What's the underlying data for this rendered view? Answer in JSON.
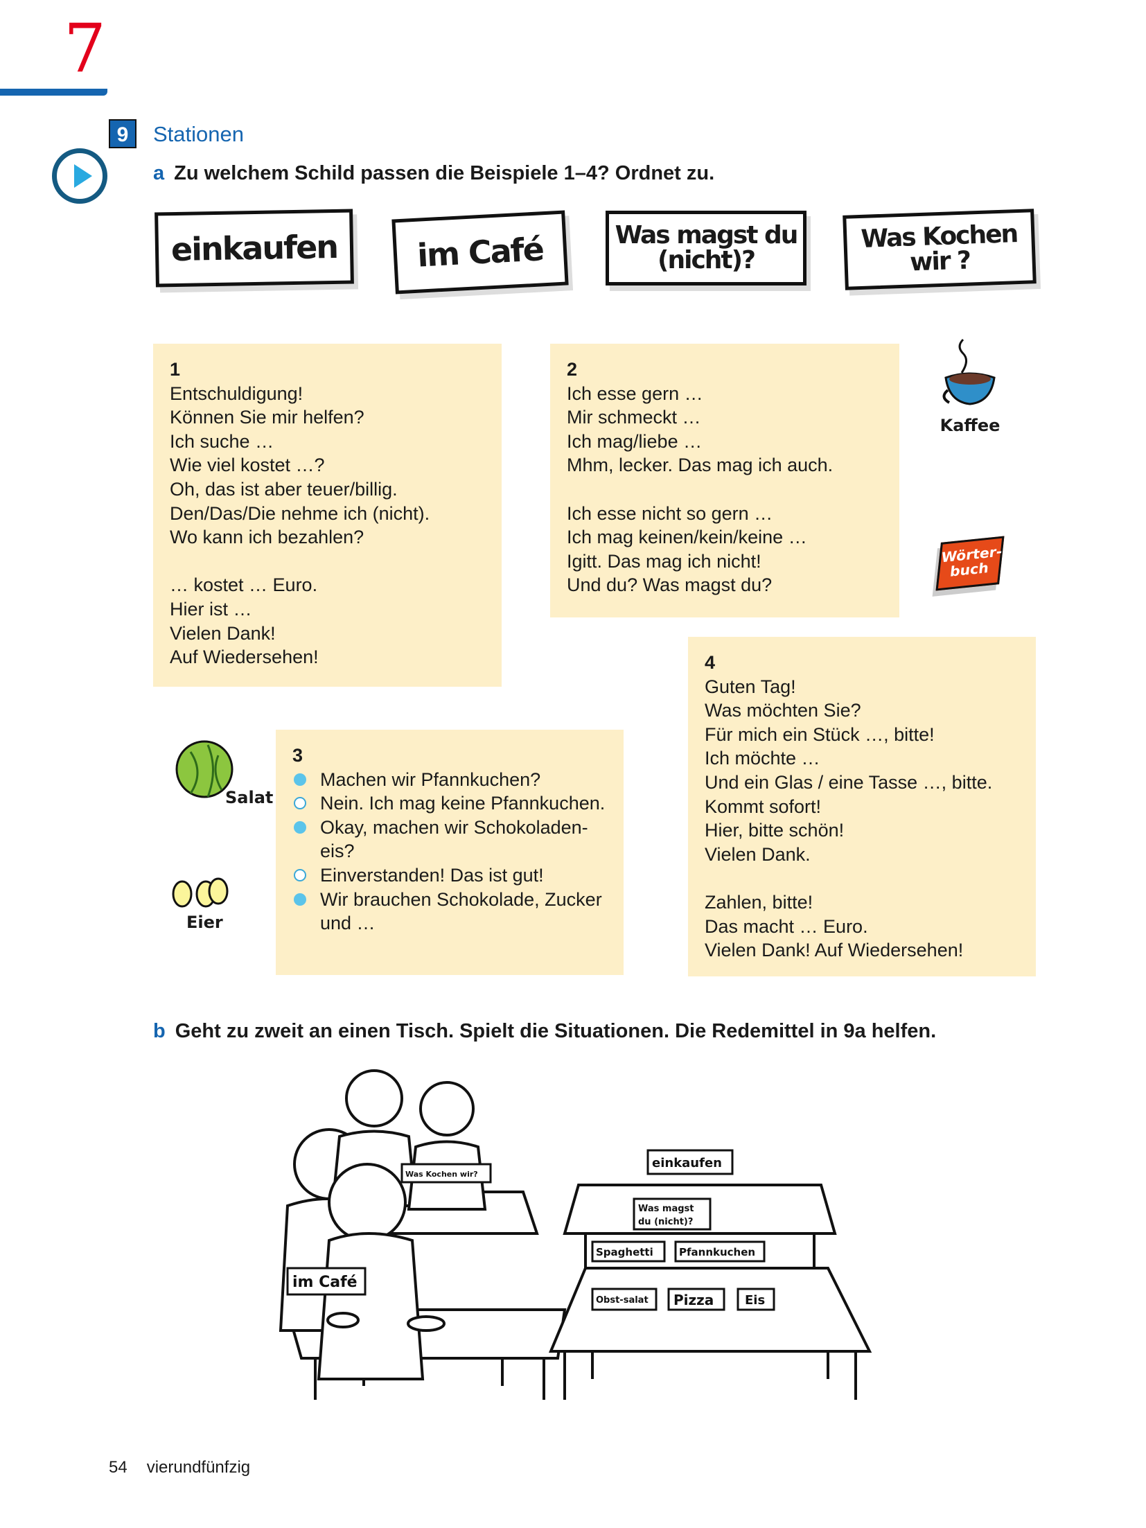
{
  "chapter": "7",
  "exercise": {
    "number": "9",
    "title": "Stationen"
  },
  "task_a": {
    "letter": "a",
    "text": "Zu welchem Schild passen die Beispiele 1–4? Ordnet zu."
  },
  "signs": [
    "einkaufen",
    "im Café",
    "Was magst du (nicht)?",
    "Was Kochen wir ?"
  ],
  "boxes": {
    "b1": {
      "number": "1",
      "lines": [
        "Entschuldigung!",
        "Können Sie mir helfen?",
        "Ich suche …",
        "Wie viel kostet …?",
        "Oh, das ist aber teuer/billig.",
        "Den/Das/Die nehme ich (nicht).",
        "Wo kann ich bezahlen?"
      ],
      "lines2": [
        "… kostet … Euro.",
        "Hier ist …",
        "Vielen Dank!",
        "Auf Wiedersehen!"
      ]
    },
    "b2": {
      "number": "2",
      "lines": [
        "Ich esse gern …",
        "Mir schmeckt …",
        "Ich mag/liebe …",
        "Mhm, lecker. Das mag ich auch."
      ],
      "lines2": [
        "Ich esse nicht so gern …",
        "Ich mag keinen/kein/keine …",
        "Igitt. Das mag ich nicht!",
        "Und du? Was magst du?"
      ]
    },
    "b3": {
      "number": "3",
      "lines": [
        "Machen wir Pfannkuchen?",
        "Nein. Ich mag keine Pfannkuchen.",
        "Okay, machen wir Schokoladen-eis?",
        "Einverstanden! Das ist gut!",
        "Wir brauchen Schokolade, Zucker und …"
      ]
    },
    "b4": {
      "number": "4",
      "lines": [
        "Guten Tag!",
        "Was möchten Sie?",
        "Für mich ein Stück …, bitte!",
        "Ich möchte …",
        "Und ein Glas / eine Tasse …, bitte.",
        "Kommt sofort!",
        "Hier, bitte schön!",
        "Vielen Dank."
      ],
      "lines2": [
        "Zahlen, bitte!",
        "Das macht … Euro.",
        "Vielen Dank! Auf Wiedersehen!"
      ]
    }
  },
  "pictures": {
    "kaffee": "Kaffee",
    "woerterbuch": "Wörter-buch",
    "salat": "Salat",
    "eier": "Eier"
  },
  "task_b": {
    "letter": "b",
    "text": "Geht zu zweit an einen Tisch. Spielt die Situationen. Die Redemittel in 9a helfen."
  },
  "illustration_signs": {
    "kochen": "Was Kochen wir?",
    "cafe": "im Café",
    "einkaufen": "einkaufen",
    "magst1": "Was magst",
    "magst2": "du (nicht)?",
    "spaghetti": "Spaghetti",
    "pizza": "Pizza",
    "pfannkuchen": "Pfannkuchen",
    "eis": "Eis",
    "obstsalat": "Obst-salat"
  },
  "footer": {
    "page": "54",
    "word": "vierundfünfzig"
  },
  "colors": {
    "blue": "#1565b0",
    "red": "#e3001b",
    "box": "#fdefc8",
    "dot": "#5bc4ea"
  }
}
